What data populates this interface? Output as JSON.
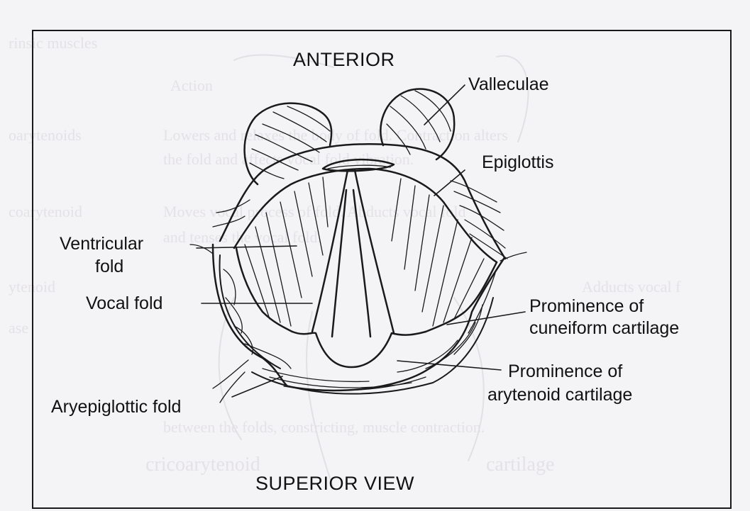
{
  "diagram": {
    "orientation_top": "ANTERIOR",
    "caption": "SUPERIOR VIEW",
    "labels": {
      "valleculae": "Valleculae",
      "epiglottis": "Epiglottis",
      "ventricular_fold_line1": "Ventricular",
      "ventricular_fold_line2": "fold",
      "vocal_fold": "Vocal fold",
      "prominence_cuneiform_line1": "Prominence of",
      "prominence_cuneiform_line2": "cuneiform cartilage",
      "prominence_arytenoid_line1": "Prominence of",
      "prominence_arytenoid_line2": "arytenoid cartilage",
      "aryepiglottic_fold": "Aryepiglottic fold"
    }
  },
  "colors": {
    "ink": "#1a1a1a",
    "background": "#f4f3f5",
    "bleed_through": "#e4e2e6"
  }
}
